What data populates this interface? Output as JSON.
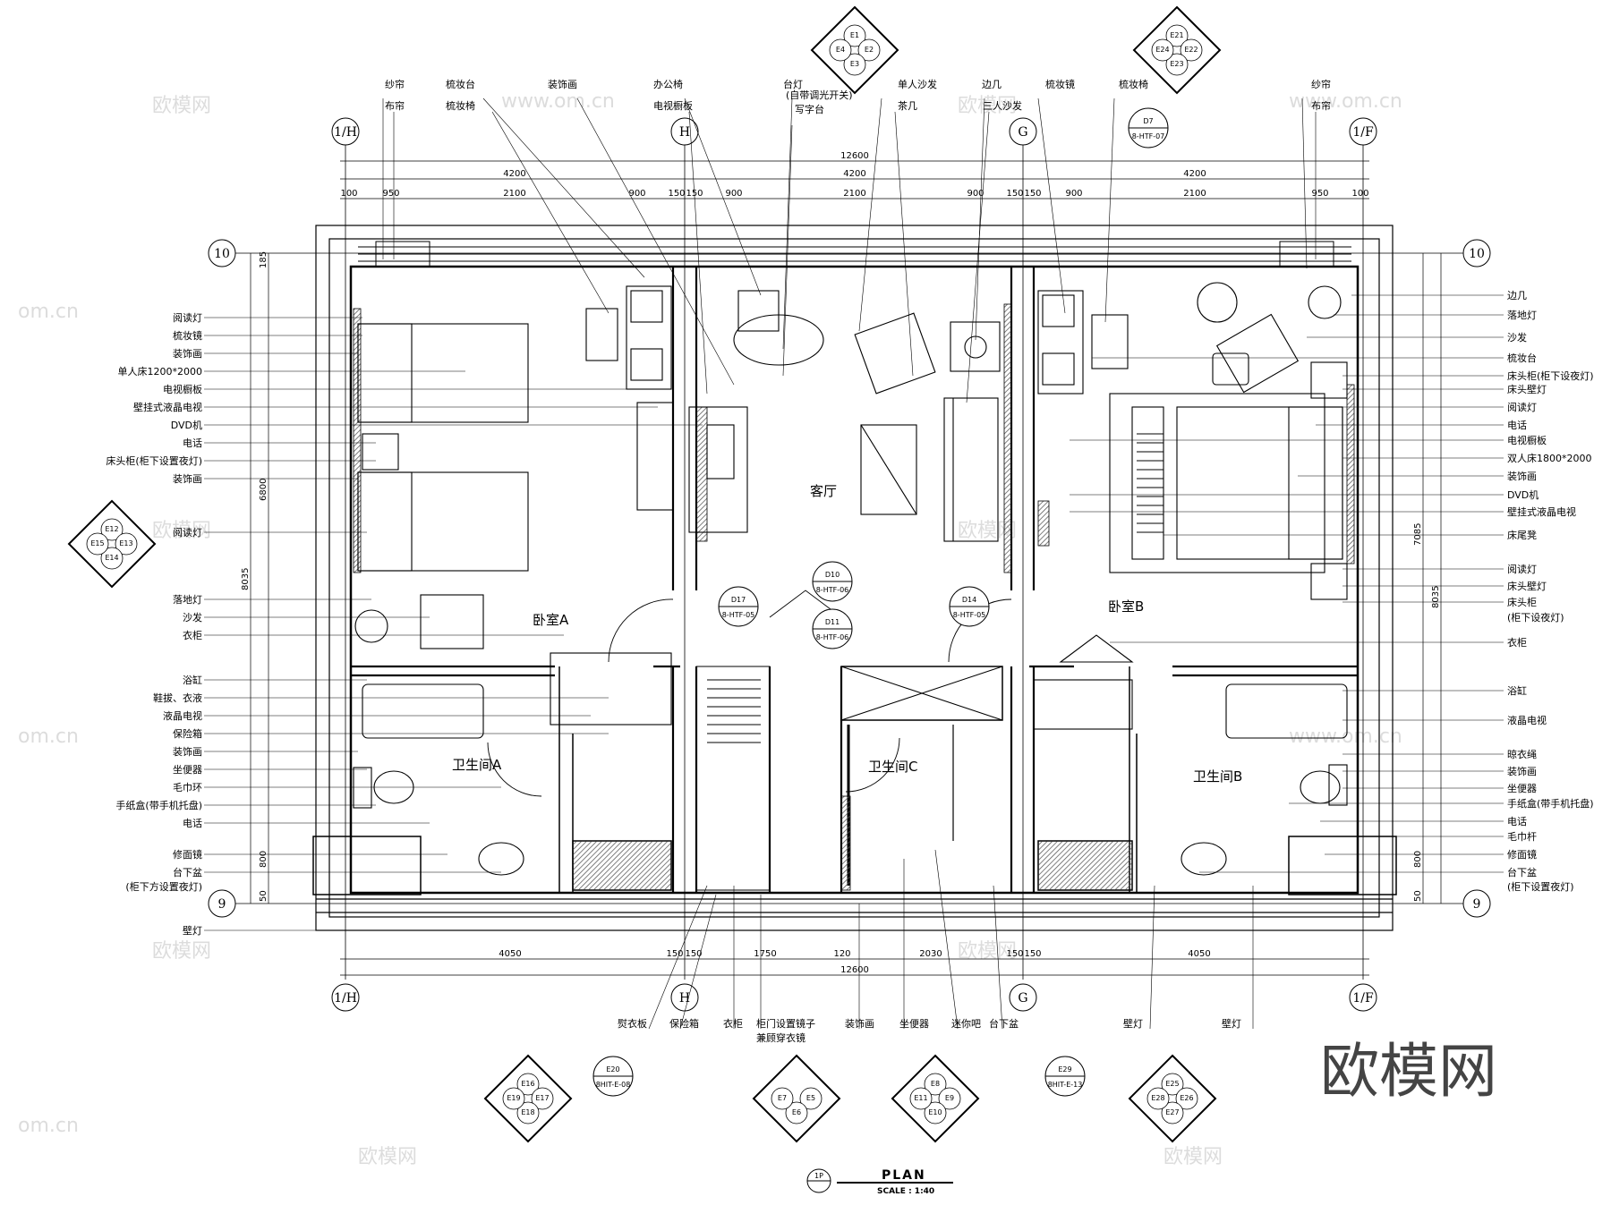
{
  "title": {
    "code": "1P",
    "name": "PLAN",
    "scale": "SCALE : 1:40"
  },
  "watermarks": {
    "brand_cn": "欧模网",
    "brand_url": "www.om.cn",
    "brand_short": "om.cn",
    "big": "欧模网"
  },
  "grid_labels": {
    "left_top": "1/H",
    "h": "H",
    "g": "G",
    "right_top": "1/F",
    "row_top": "10",
    "row_bottom": "9"
  },
  "dimensions": {
    "total_top": "12600",
    "total_bottom": "12600",
    "top_half_left": "4200",
    "top_mid": "4200",
    "top_half_right": "4200",
    "top_segments": [
      "100",
      "950",
      "2100",
      "900",
      "150",
      "150",
      "900",
      "2100",
      "900",
      "150",
      "150",
      "900",
      "2100",
      "950",
      "100"
    ],
    "bottom_segments": [
      "4050",
      "150",
      "150",
      "1750",
      "120",
      "2030",
      "150",
      "150",
      "4050"
    ],
    "left_dims": [
      "185",
      "6800",
      "8035",
      "800",
      "50"
    ],
    "right_dims": [
      "7085",
      "8035",
      "800",
      "50"
    ]
  },
  "rooms": {
    "bedroom_a": "卧室A",
    "bedroom_b": "卧室B",
    "living": "客厅",
    "bath_a": "卫生间A",
    "bath_b": "卫生间B",
    "bath_c": "卫生间C"
  },
  "top_labels": [
    "纱帘",
    "布帘",
    "梳妆台",
    "梳妆椅",
    "装饰画",
    "办公椅",
    "电视橱板",
    "台灯",
    "(自带调光开关)",
    "写字台",
    "单人沙发",
    "茶几",
    "边几",
    "三人沙发",
    "梳妆镜",
    "梳妆椅",
    "纱帘",
    "布帘"
  ],
  "left_labels": [
    "阅读灯",
    "梳妆镜",
    "装饰画",
    "单人床1200*2000",
    "电视橱板",
    "壁挂式液晶电视",
    "DVD机",
    "电话",
    "床头柜(柜下设置夜灯)",
    "装饰画",
    "阅读灯",
    "落地灯",
    "沙发",
    "衣柜",
    "浴缸",
    "鞋拔、衣液",
    "液晶电视",
    "保险箱",
    "装饰画",
    "坐便器",
    "毛巾环",
    "手纸盒(带手机托盘)",
    "电话",
    "修面镜",
    "台下盆",
    "(柜下方设置夜灯)",
    "壁灯"
  ],
  "right_labels": [
    "边几",
    "落地灯",
    "沙发",
    "梳妆台",
    "床头柜(柜下设夜灯)",
    "床头壁灯",
    "阅读灯",
    "电话",
    "电视橱板",
    "双人床1800*2000",
    "装饰画",
    "DVD机",
    "壁挂式液晶电视",
    "床尾凳",
    "阅读灯",
    "床头壁灯",
    "床头柜",
    "(柜下设夜灯)",
    "衣柜",
    "浴缸",
    "液晶电视",
    "晾衣绳",
    "装饰画",
    "坐便器",
    "手纸盒(带手机托盘)",
    "电话",
    "毛巾杆",
    "修面镜",
    "台下盆",
    "(柜下设置夜灯)"
  ],
  "bottom_labels": [
    "熨衣板",
    "保险箱",
    "衣柜",
    "柜门设置镜子",
    "兼顾穿衣镜",
    "装饰画",
    "坐便器",
    "迷你吧",
    "台下盆",
    "壁灯",
    "壁灯"
  ],
  "section_tags": {
    "d7": [
      "D7",
      "8-HTF-07"
    ],
    "d10": [
      "D10",
      "8-HTF-06"
    ],
    "d11": [
      "D11",
      "8-HTF-06"
    ],
    "d17": [
      "D17",
      "8-HTF-05"
    ],
    "d14": [
      "D14",
      "8-HTF-05"
    ],
    "e20": [
      "E20",
      "8HIT-E-08"
    ],
    "e29": [
      "E29",
      "8HIT-E-13"
    ]
  },
  "diamonds": {
    "top_left": [
      "E1",
      "E2",
      "E3",
      "E4"
    ],
    "top_right": [
      "E21",
      "E22",
      "E23",
      "E24"
    ],
    "left": [
      "E12",
      "E13",
      "E14",
      "E15"
    ],
    "bottom_1": [
      "E16",
      "E17",
      "E18",
      "E19"
    ],
    "bottom_2": [
      "E5",
      "E6",
      "E7",
      ""
    ],
    "bottom_3": [
      "E8",
      "E9",
      "E10",
      "E11"
    ],
    "bottom_4": [
      "E25",
      "E26",
      "E27",
      "E28"
    ]
  },
  "colors": {
    "line": "#000000",
    "hatch": "#555555",
    "watermark": "#dcdcdc"
  }
}
